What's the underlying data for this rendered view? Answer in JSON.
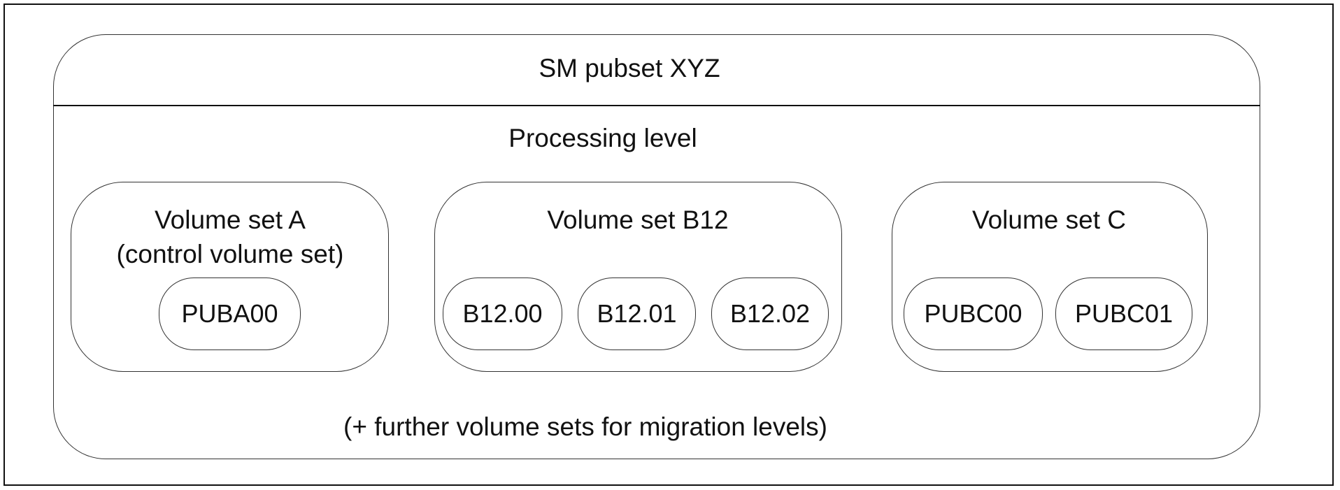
{
  "pubset": {
    "title": "SM pubset XYZ",
    "level_label": "Processing level",
    "footer": "(+ further volume sets for migration levels)"
  },
  "volume_sets": [
    {
      "title": "Volume set A",
      "subtitle": "(control volume set)",
      "volumes": [
        "PUBA00"
      ]
    },
    {
      "title": "Volume set B12",
      "volumes": [
        "B12.00",
        "B12.01",
        "B12.02"
      ]
    },
    {
      "title": "Volume set C",
      "volumes": [
        "PUBC00",
        "PUBC01"
      ]
    }
  ]
}
